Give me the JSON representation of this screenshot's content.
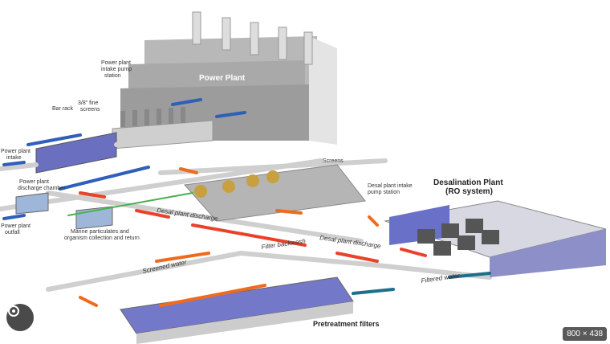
{
  "diagram": {
    "labels": {
      "power_plant": "Power Plant",
      "intake_pump_station": [
        "Power plant",
        "intake pump",
        "station"
      ],
      "fine_screens": [
        "3/8\" fine",
        "screens"
      ],
      "bar_rack": "Bar rack",
      "power_plant_intake": [
        "Power plant",
        "intake"
      ],
      "discharge_chamber": [
        "Power plant",
        "discharge chamber"
      ],
      "outfall": [
        "Power plant",
        "outfall"
      ],
      "marine_particulates": [
        "Marine particulates and",
        "organism collection and return"
      ],
      "desal_discharge_1": "Desal plant discharge",
      "screens": "Screens",
      "desal_intake_pump": [
        "Desal plant intake",
        "pump station"
      ],
      "desal_plant": [
        "Desalination Plant",
        "(RO system)"
      ],
      "desal_discharge_2": "Desal plant discharge",
      "filter_backwash": "Filter backwash",
      "screened_water": "Screened water",
      "filtered_water": "Filtered water",
      "pretreatment_filters": "Pretreatment filters"
    },
    "colors": {
      "intake_flow": "#2f5fb8",
      "desal_flow": "#f06a1e",
      "discharge_flow": "#e8432a",
      "return_flow": "#4caf50",
      "filtered_flow": "#1d6f8a",
      "building": "#a6a6a6"
    }
  },
  "overlay": {
    "size_badge": "800 × 438",
    "lens_icon": "google-lens-icon"
  }
}
